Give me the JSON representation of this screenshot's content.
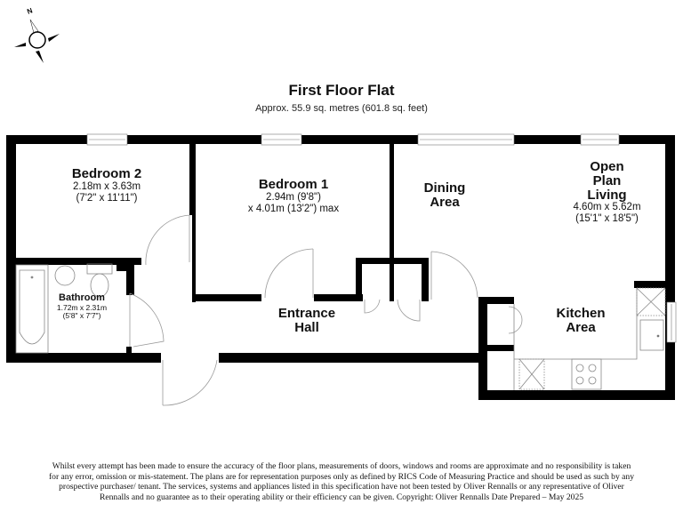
{
  "header": {
    "title": "First Floor Flat",
    "subtitle": "Approx. 55.9 sq. metres (601.8 sq. feet)"
  },
  "compass": {
    "label": "N",
    "icon": "compass-rose-icon"
  },
  "rooms": {
    "bedroom2": {
      "name": "Bedroom 2",
      "dim1": "2.18m x 3.63m",
      "dim2": "(7'2\" x 11'11\")"
    },
    "bedroom1": {
      "name": "Bedroom 1",
      "dim1": "2.94m (9'8\")",
      "dim2": "x 4.01m (13'2\") max"
    },
    "dining": {
      "name_line1": "Dining",
      "name_line2": "Area"
    },
    "living": {
      "name_line1": "Open",
      "name_line2": "Plan",
      "name_line3": "Living",
      "dim1": "4.60m x 5.62m",
      "dim2": "(15'1\" x 18'5\")"
    },
    "bathroom": {
      "name": "Bathroom",
      "dim1": "1.72m x 2.31m",
      "dim2": "(5'8\" x 7'7\")"
    },
    "hall": {
      "name_line1": "Entrance",
      "name_line2": "Hall"
    },
    "kitchen": {
      "name_line1": "Kitchen",
      "name_line2": "Area"
    }
  },
  "colors": {
    "wall": "#000000",
    "fixture": "#888888",
    "background": "#ffffff"
  },
  "disclaimer": {
    "line1": "Whilst every attempt has been made to ensure the accuracy of the floor plans, measurements of doors, windows and rooms are approximate and no responsibility is taken",
    "line2": "for any error, omission or mis-statement. The plans are for representation purposes only as defined by RICS Code of Measuring Practice and should be used as such by any",
    "line3": "prospective purchaser/ tenant. The services, systems and appliances listed in this specification have not been tested by Oliver Rennalls or any representative of Oliver",
    "line4": "Rennalls and no guarantee as to their operating ability or their efficiency can be given. Copyright: Oliver Rennalls Date Prepared – May 2025"
  }
}
